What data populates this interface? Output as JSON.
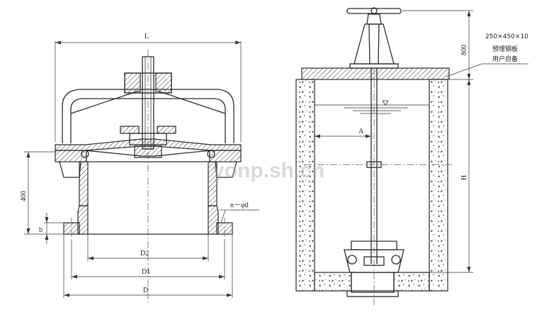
{
  "left_view": {
    "labels": {
      "L": "L",
      "D": "D",
      "D1": "D1",
      "D2": "D2",
      "height_400": "400",
      "b": "b",
      "flange_holes": "n－φd"
    }
  },
  "right_view": {
    "labels": {
      "A": "A",
      "H": "H",
      "dim_800": "800"
    },
    "note": {
      "size": "250×450×10",
      "line1": "预埋钢板",
      "line2": "用户自备"
    }
  },
  "watermark": "yonp.sh.cn"
}
